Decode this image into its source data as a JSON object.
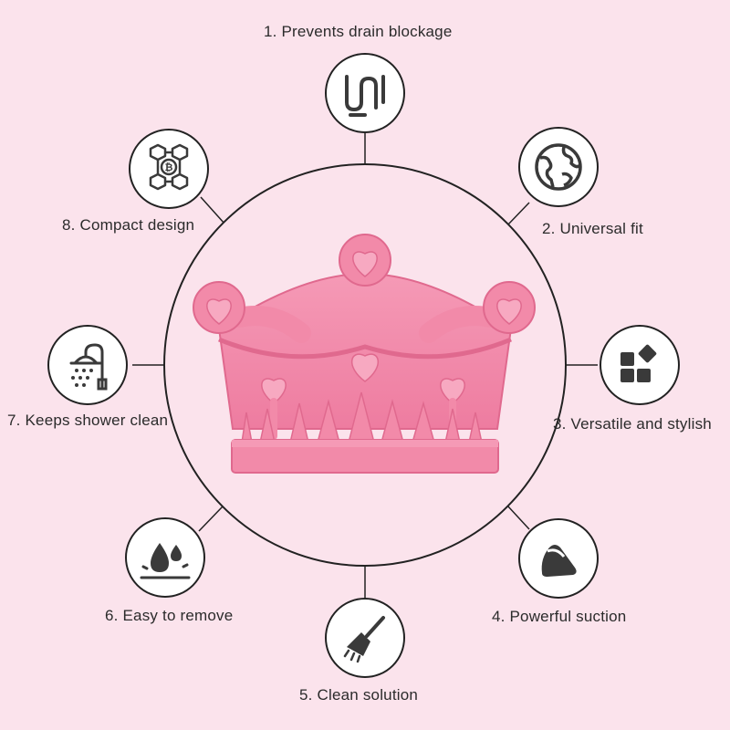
{
  "colors": {
    "background": "#fbe3ec",
    "line": "#222222",
    "icon": "#3a3a3a",
    "product_pink": "#f28aa9",
    "product_shadow": "#e0698e"
  },
  "product": {
    "icon": "crown-drain-cover"
  },
  "features": [
    {
      "label": "1. Prevents drain blockage",
      "icon": "drain-pipe-icon"
    },
    {
      "label": "2. Universal fit",
      "icon": "globe-icon"
    },
    {
      "label": "3. Versatile and stylish",
      "icon": "blocks-icon"
    },
    {
      "label": "4. Powerful suction",
      "icon": "suction-cup-icon"
    },
    {
      "label": "5. Clean solution",
      "icon": "broom-icon"
    },
    {
      "label": "6. Easy to remove",
      "icon": "water-drops-icon"
    },
    {
      "label": "7. Keeps shower clean",
      "icon": "shower-icon"
    },
    {
      "label": "8. Compact design",
      "icon": "cubes-network-icon"
    }
  ]
}
